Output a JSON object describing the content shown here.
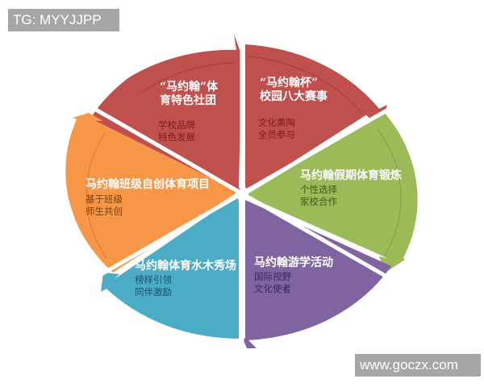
{
  "watermarks": {
    "top_left": "TG: MYYJJPP",
    "bottom_right": "www.goczx.com"
  },
  "diagram": {
    "type": "cycle",
    "segments": [
      {
        "id": "club",
        "title_lines": [
          "“马约翰”体",
          "育特色社团"
        ],
        "sub_lines": [
          "学校品牌",
          "特色发展"
        ],
        "color": "#c0504d",
        "sub_color": "#7a1f1c"
      },
      {
        "id": "cup",
        "title_lines": [
          "“马约翰杯”",
          "校园八大赛事"
        ],
        "sub_lines": [
          "文化熏陶",
          "全员参与"
        ],
        "color": "#c0504d",
        "sub_color": "#7a1f1c"
      },
      {
        "id": "holiday",
        "title_lines": [
          "马约翰假期体育锻炼"
        ],
        "sub_lines": [
          "个性选择",
          "家校合作"
        ],
        "color": "#9bbb59",
        "sub_color": "#3f5a14"
      },
      {
        "id": "study-tour",
        "title_lines": [
          "马约翰游学活动"
        ],
        "sub_lines": [
          "国际视野",
          "文化使者"
        ],
        "color": "#8064a2",
        "sub_color": "#3b2660"
      },
      {
        "id": "showcase",
        "title_lines": [
          "马约翰体育水木秀场"
        ],
        "sub_lines": [
          "榜样引领",
          "同伴激励"
        ],
        "color": "#4bacc6",
        "sub_color": "#1d4f6a"
      },
      {
        "id": "class-project",
        "title_lines": [
          "马约翰班级自创体育项目"
        ],
        "sub_lines": [
          "基于班级",
          "师生共创"
        ],
        "color": "#f79646",
        "sub_color": "#7a3e08"
      }
    ]
  }
}
